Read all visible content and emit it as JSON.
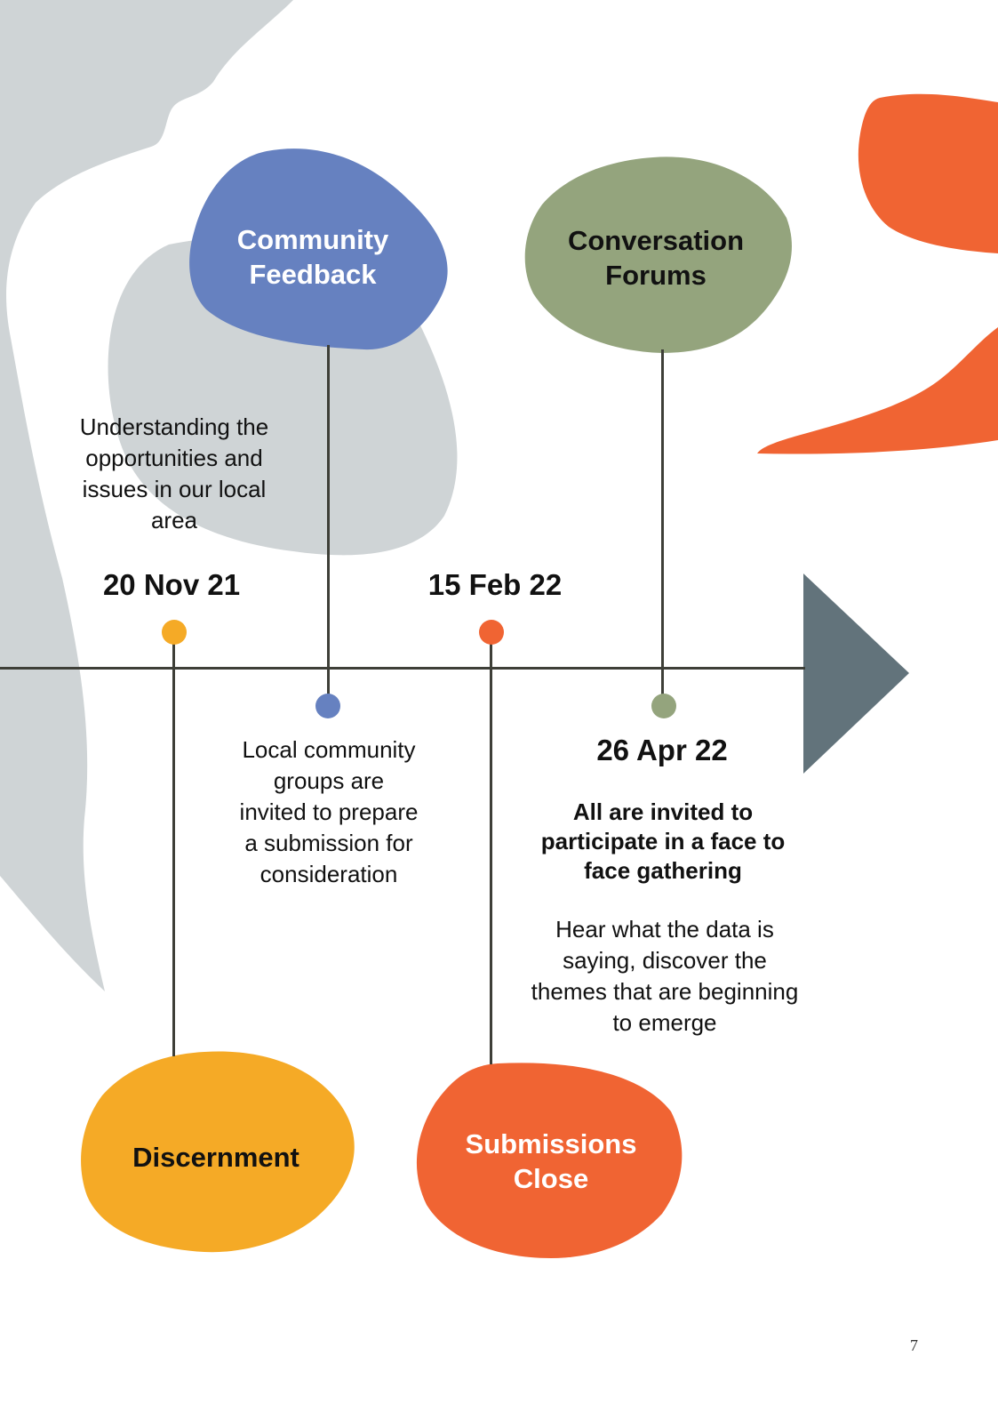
{
  "colors": {
    "grey": "#cfd4d6",
    "orange": "#f06433",
    "blue": "#6681c0",
    "green": "#94a47d",
    "yellow": "#f5aa26",
    "slate": "#62737b",
    "line": "#3e3f38"
  },
  "milestones": [
    {
      "id": "discernment",
      "title": "Discernment",
      "date": "20 Nov 21",
      "description": "Understanding the opportunities and issues in our local area",
      "color": "#f5aa26"
    },
    {
      "id": "community-feedback",
      "title": "Community Feedback",
      "description": "Local community groups are invited to prepare a submission for consideration",
      "color": "#6681c0"
    },
    {
      "id": "submissions-close",
      "title": "Submissions Close",
      "date": "15 Feb 22",
      "color": "#f06433"
    },
    {
      "id": "conversation-forums",
      "title": "Conversation Forums",
      "date": "26 Apr 22",
      "description_bold": "All are invited to participate in a face to face gathering",
      "description": "Hear what the data is saying, discover the themes that are beginning to emerge",
      "color": "#94a47d"
    }
  ],
  "page_number": "7"
}
